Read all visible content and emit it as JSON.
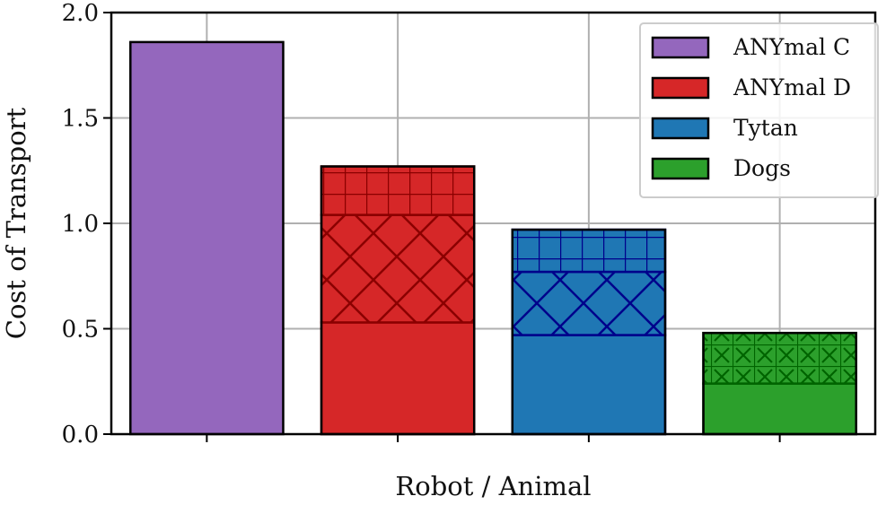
{
  "chart_data": {
    "type": "bar",
    "stacked": true,
    "xlabel": "Robot / Animal",
    "ylabel": "Cost of Transport",
    "ylim": [
      0,
      2.0
    ],
    "yticks": [
      "0.0",
      "0.5",
      "1.0",
      "1.5",
      "2.0"
    ],
    "grid": true,
    "legend_position": "top-right",
    "bars": [
      {
        "name": "ANYmal C",
        "color": "#9467bd",
        "segments": [
          {
            "from": 0,
            "to": 1.86,
            "pattern": "solid"
          }
        ]
      },
      {
        "name": "ANYmal D",
        "color": "#d62728",
        "hatch_color": "#8b0000",
        "segments": [
          {
            "from": 0,
            "to": 0.53,
            "pattern": "solid"
          },
          {
            "from": 0.53,
            "to": 1.04,
            "pattern": "x"
          },
          {
            "from": 1.04,
            "to": 1.27,
            "pattern": "grid"
          }
        ]
      },
      {
        "name": "Tytan",
        "color": "#1f77b4",
        "hatch_color": "#00008b",
        "segments": [
          {
            "from": 0,
            "to": 0.47,
            "pattern": "solid"
          },
          {
            "from": 0.47,
            "to": 0.77,
            "pattern": "x"
          },
          {
            "from": 0.77,
            "to": 0.97,
            "pattern": "grid"
          }
        ]
      },
      {
        "name": "Dogs",
        "color": "#2ca02c",
        "hatch_color": "#006400",
        "segments": [
          {
            "from": 0,
            "to": 0.24,
            "pattern": "solid"
          },
          {
            "from": 0.24,
            "to": 0.48,
            "pattern": "gridx"
          }
        ]
      }
    ],
    "legend": [
      {
        "label": "ANYmal C",
        "color": "#9467bd"
      },
      {
        "label": "ANYmal D",
        "color": "#d62728"
      },
      {
        "label": "Tytan",
        "color": "#1f77b4"
      },
      {
        "label": "Dogs",
        "color": "#2ca02c"
      }
    ]
  }
}
